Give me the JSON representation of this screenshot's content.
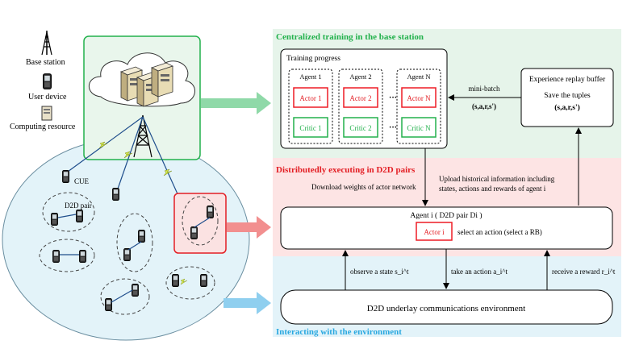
{
  "legend": {
    "base_station": "Base station",
    "user_device": "User device",
    "computing_resource": "Computing resource"
  },
  "network": {
    "cue_label": "CUE",
    "d2d_pair_label": "D2D pair"
  },
  "sections": {
    "training_title": "Centralized training in the base station",
    "executing_title": "Distributedly executing in D2D pairs",
    "interacting_title": "Interacting with the environment"
  },
  "training": {
    "progress_label": "Training progress",
    "agents": [
      {
        "agent": "Agent 1",
        "actor": "Actor 1",
        "critic": "Critic 1"
      },
      {
        "agent": "Agent 2",
        "actor": "Actor 2",
        "critic": "Critic 2"
      },
      {
        "agent": "Agent N",
        "actor": "Actor N",
        "critic": "Critic N"
      }
    ],
    "ellipsis": "···",
    "minibatch_label": "mini-batch",
    "minibatch_tuple": "(s,a,r,s')",
    "replay_buffer_title": "Experience replay buffer",
    "replay_buffer_save": "Save the tuples",
    "replay_buffer_tuple": "(s,a,r,s')"
  },
  "execution": {
    "upload_line1": "Upload historical information including",
    "upload_line2": "states, actions and rewards of agent i",
    "download_label": "Download weights of actor network",
    "agent_label": "Agent i ( D2D pair Di )",
    "actor_label": "Actor i",
    "select_action": "select an action (select a RB)"
  },
  "environment": {
    "observe": "observe a state  s_i^t",
    "take_action": "take an action  a_i^t",
    "receive_reward": "receive a reward  r_i^t",
    "env_label": "D2D underlay communications environment"
  },
  "colors": {
    "training_bg": "#e6f4ea",
    "training_title": "#22b14c",
    "executing_bg": "#fde4e4",
    "executing_title": "#e31e24",
    "interacting_bg": "#e3f3f9",
    "interacting_title": "#29a8e0",
    "actor_border": "#ee1c25",
    "critic_border": "#22b14c",
    "green_arrow": "#8fd9a8",
    "red_arrow": "#f28f8f",
    "blue_arrow": "#8fcfef",
    "cell_fill": "#d5ebf5"
  }
}
